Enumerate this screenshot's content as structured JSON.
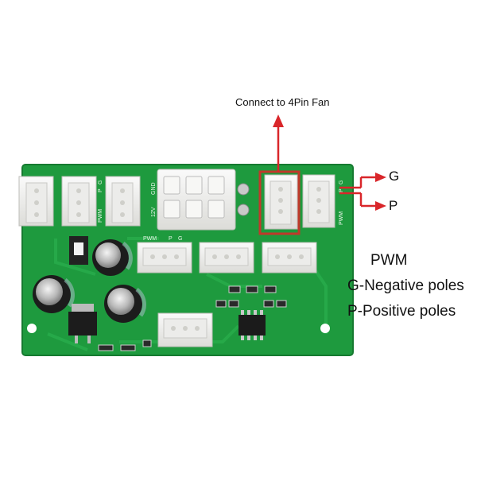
{
  "callouts": {
    "connect": "Connect to 4Pin Fan",
    "g_arrow": "G",
    "p_arrow": "P"
  },
  "legend": {
    "line1": "PWM",
    "line2": "G-Negative poles",
    "line3": "P-Positive poles"
  },
  "silkscreen": {
    "header_pwm": "PWM",
    "header_p": "P",
    "header_g": "G",
    "gnd": "GND",
    "v12": "12V"
  },
  "colors": {
    "board": "#1e9a3e",
    "arrow": "#d9262a",
    "highlight_box": "#c0392b",
    "connector": "#f1f1ef"
  }
}
